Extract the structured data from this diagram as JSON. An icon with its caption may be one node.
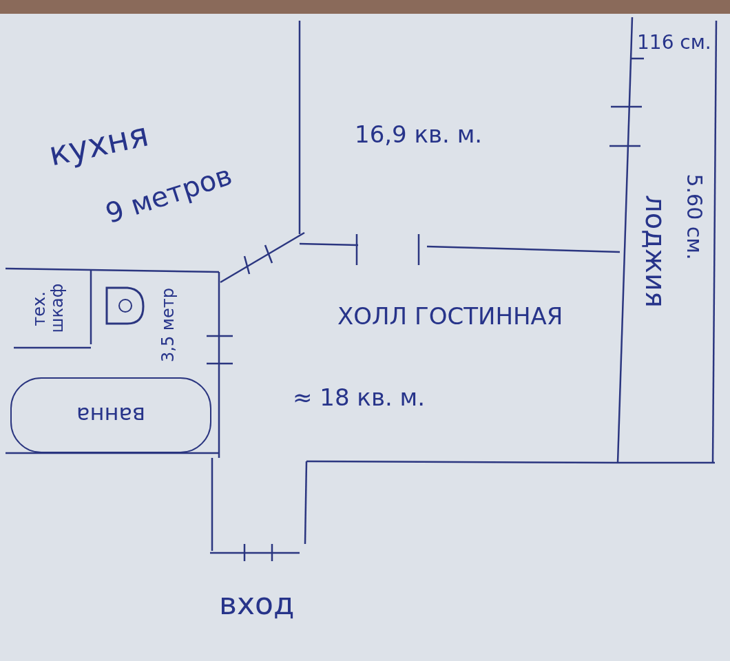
{
  "diagram": {
    "nodes": [
      {
        "text": [
          "тех. шкаф"
        ]
      },
      {
        "text": [
          "ванна"
        ]
      }
    ],
    "labels": [
      "116 см.",
      "кухня",
      "9 метров",
      "16,9 кв. м.",
      "5.60 см.",
      "лоджия",
      "3,5 метр",
      "ХОЛЛ ГОСТИННАЯ",
      "≈ 18 кв. м.",
      "вход"
    ]
  }
}
